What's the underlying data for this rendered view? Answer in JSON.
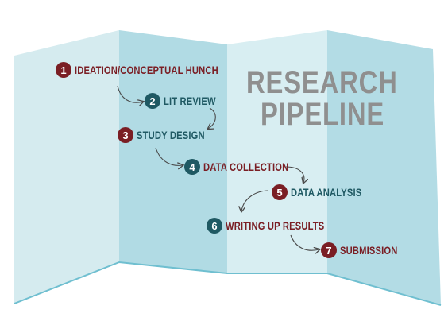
{
  "title": {
    "line1": "RESEARCH",
    "line2": "PIPELINE"
  },
  "steps": [
    {
      "number": "1",
      "label": "IDEATION/CONCEPTUAL HUNCH",
      "color": "#7a1e24"
    },
    {
      "number": "2",
      "label": "LIT REVIEW",
      "color": "#1f5963"
    },
    {
      "number": "3",
      "label": "STUDY DESIGN",
      "color": "#7a1e24"
    },
    {
      "number": "4",
      "label": "DATA COLLECTION",
      "color": "#1f5963"
    },
    {
      "number": "5",
      "label": "DATA ANALYSIS",
      "color": "#7a1e24"
    },
    {
      "number": "6",
      "label": "WRITING UP RESULTS",
      "color": "#1f5963"
    },
    {
      "number": "7",
      "label": "SUBMISSION",
      "color": "#7a1e24"
    }
  ],
  "colors": {
    "panel_light": "#d5ebef",
    "panel_dark": "#b1dbe4",
    "map_edge": "#6fbfd0",
    "title": "#8f8f8f",
    "arrow": "#4a4a4a"
  }
}
